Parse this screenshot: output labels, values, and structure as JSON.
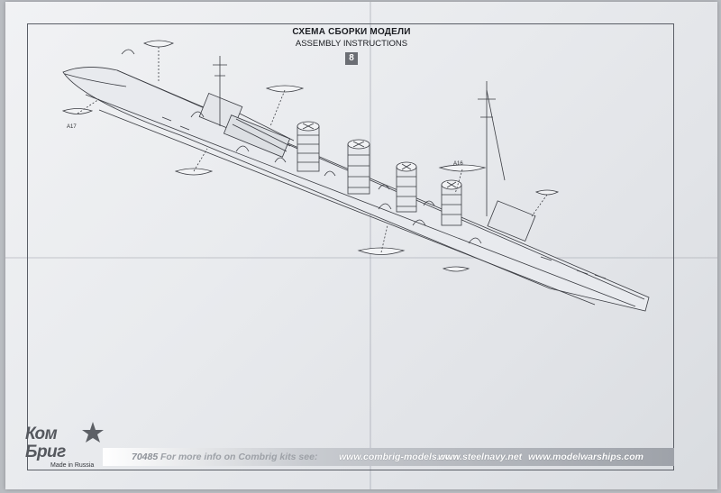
{
  "heading": {
    "title_ru": "СХЕМА СБОРКИ МОДЕЛИ",
    "title_en": "ASSEMBLY INSTRUCTIONS",
    "page_number": "8"
  },
  "part_labels": {
    "a17": "A17",
    "a16": "A16"
  },
  "footer": {
    "logo_top": "Ком",
    "logo_bottom": "Бриг",
    "made_in": "Made in Russia",
    "product_code": "70485",
    "more_info": "For more info on Combrig kits see:",
    "site_combrig": "www.combrig-models.com",
    "site_steelnavy": "www.steelnavy.net",
    "site_modelwarships": "www.modelwarships.com"
  },
  "colors": {
    "paper": "#eceef1",
    "line_art": "#3a3c42",
    "badge": "#6b6e74"
  },
  "icons": [
    "star-emblem-icon"
  ]
}
